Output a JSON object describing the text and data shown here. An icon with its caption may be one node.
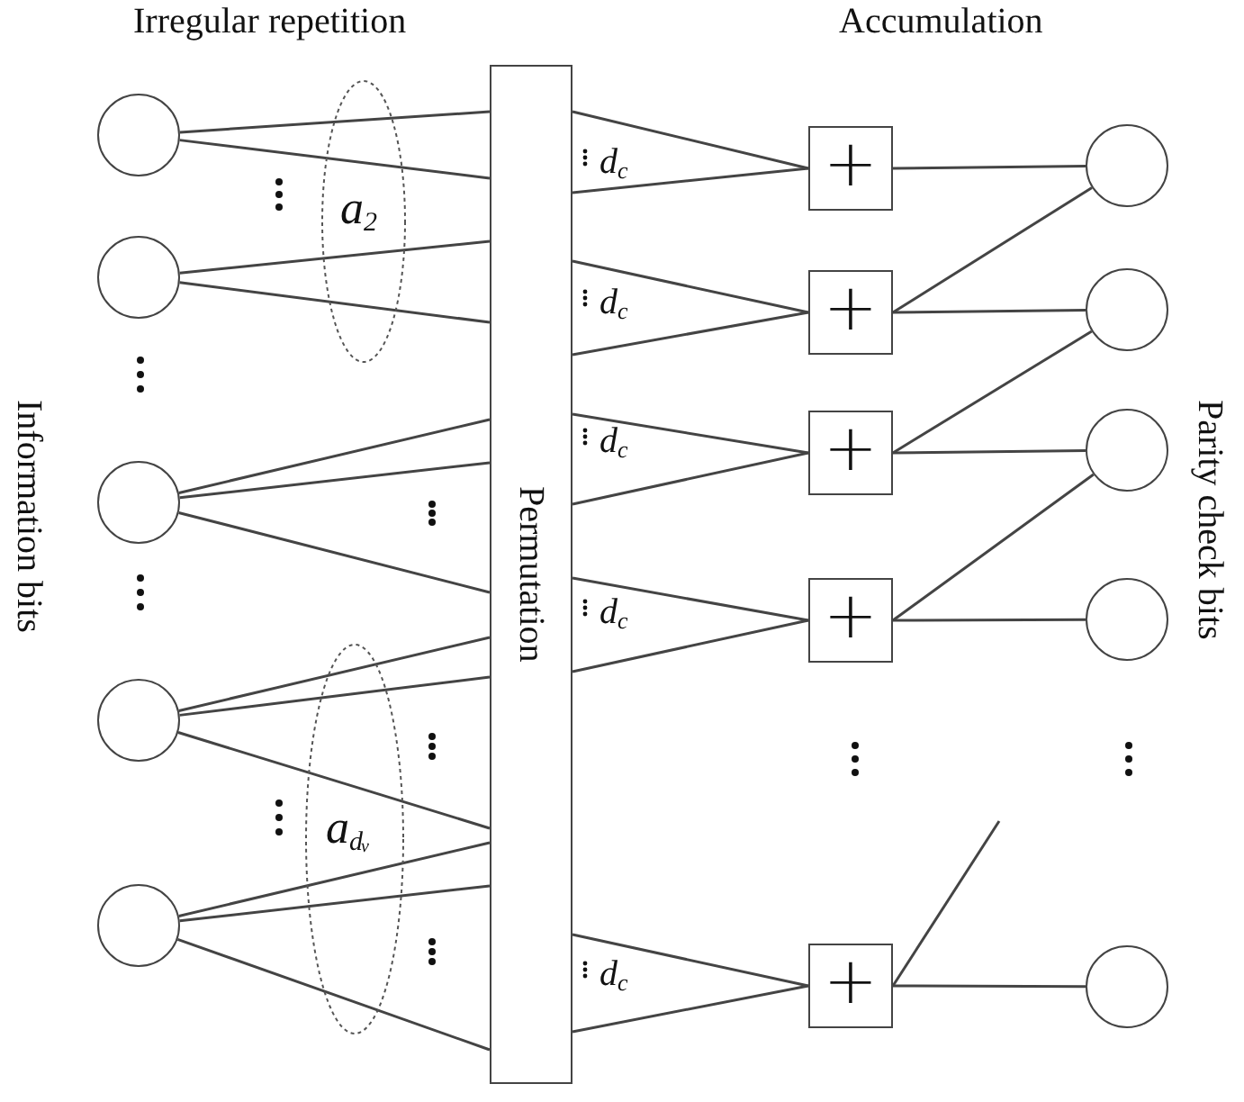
{
  "diagram": {
    "nodes": [
      {
        "text": [],
        "shape": "circle"
      },
      {
        "text": [],
        "shape": "circle"
      },
      {
        "text": [],
        "shape": "circle"
      },
      {
        "text": [],
        "shape": "circle"
      },
      {
        "text": [],
        "shape": "circle"
      },
      {
        "text": [
          "Permutation"
        ]
      },
      {
        "text": [
          "+"
        ]
      },
      {
        "text": [
          "+"
        ]
      },
      {
        "text": [
          "+"
        ]
      },
      {
        "text": [
          "+"
        ]
      },
      {
        "text": [
          "+"
        ]
      },
      {
        "text": [],
        "shape": "circle"
      },
      {
        "text": [],
        "shape": "circle"
      },
      {
        "text": [],
        "shape": "circle"
      },
      {
        "text": [],
        "shape": "circle"
      },
      {
        "text": [],
        "shape": "circle"
      }
    ],
    "edges": [
      {
        "from": 0,
        "to": 5,
        "arrow": "none"
      },
      {
        "from": 0,
        "to": 5,
        "arrow": "none"
      },
      {
        "from": 1,
        "to": 5,
        "arrow": "none"
      },
      {
        "from": 1,
        "to": 5,
        "arrow": "none"
      },
      {
        "from": 2,
        "to": 5,
        "arrow": "none"
      },
      {
        "from": 2,
        "to": 5,
        "arrow": "none"
      },
      {
        "from": 2,
        "to": 5,
        "arrow": "none"
      },
      {
        "from": 3,
        "to": 5,
        "arrow": "none"
      },
      {
        "from": 3,
        "to": 5,
        "arrow": "none"
      },
      {
        "from": 3,
        "to": 5,
        "arrow": "none"
      },
      {
        "from": 4,
        "to": 5,
        "arrow": "none"
      },
      {
        "from": 4,
        "to": 5,
        "arrow": "none"
      },
      {
        "from": 4,
        "to": 5,
        "arrow": "none"
      },
      {
        "from": 5,
        "to": 6,
        "arrow": "none"
      },
      {
        "from": 5,
        "to": 6,
        "arrow": "none"
      },
      {
        "from": 5,
        "to": 7,
        "arrow": "none"
      },
      {
        "from": 5,
        "to": 7,
        "arrow": "none"
      },
      {
        "from": 5,
        "to": 8,
        "arrow": "none"
      },
      {
        "from": 5,
        "to": 8,
        "arrow": "none"
      },
      {
        "from": 5,
        "to": 9,
        "arrow": "none"
      },
      {
        "from": 5,
        "to": 9,
        "arrow": "none"
      },
      {
        "from": 5,
        "to": 10,
        "arrow": "none"
      },
      {
        "from": 5,
        "to": 10,
        "arrow": "none"
      },
      {
        "from": 6,
        "to": 11,
        "arrow": "none"
      },
      {
        "from": 7,
        "to": 11,
        "arrow": "none"
      },
      {
        "from": 7,
        "to": 12,
        "arrow": "none"
      },
      {
        "from": 8,
        "to": 12,
        "arrow": "none"
      },
      {
        "from": 8,
        "to": 13,
        "arrow": "none"
      },
      {
        "from": 9,
        "to": 13,
        "arrow": "none"
      },
      {
        "from": 9,
        "to": 14,
        "arrow": "none"
      },
      {
        "from": 10,
        "to": 15,
        "arrow": "none"
      },
      {
        "from": 10,
        "to": null,
        "arrow": "none"
      }
    ],
    "labels": [
      "a$_{2}$",
      "a$_{d}$$_{v}$",
      "Irregular repetition",
      "Accumulation",
      "Information bits",
      "Parity check bits",
      "d$_{c}$",
      "d$_{c}$",
      "d$_{c}$",
      "d$_{c}$",
      "d$_{c}$"
    ]
  }
}
